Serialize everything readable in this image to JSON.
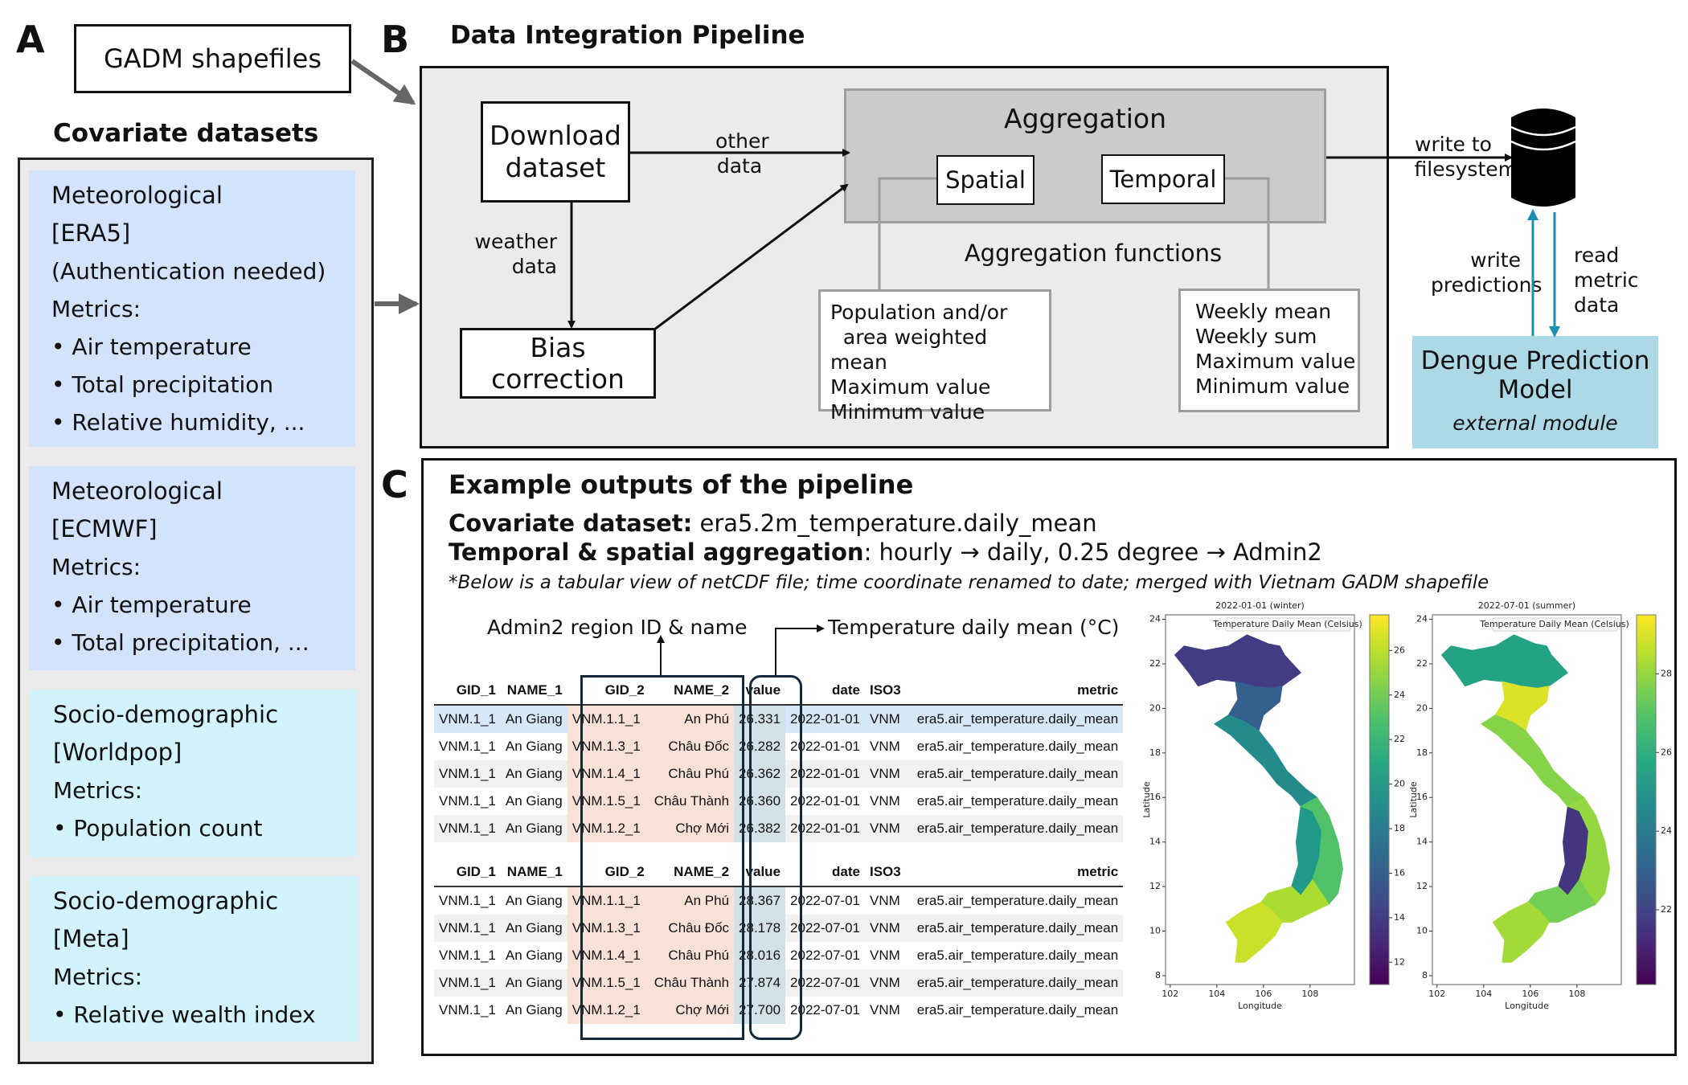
{
  "panels": {
    "a": "A",
    "b": "B",
    "c": "C"
  },
  "panel_a": {
    "gadm_label": "GADM shapefiles",
    "covariate_title": "Covariate datasets",
    "datasets": [
      {
        "name": "Meteorological",
        "source": "[ERA5]",
        "note": "(Authentication needed)",
        "metrics_label": "Metrics:",
        "metrics": [
          "Air temperature",
          "Total precipitation",
          "Relative humidity, ..."
        ],
        "color": "#d3e3fb"
      },
      {
        "name": "Meteorological",
        "source": "[ECMWF]",
        "metrics_label": "Metrics:",
        "metrics": [
          "Air temperature",
          "Total precipitation, ..."
        ],
        "color": "#d3e3fb"
      },
      {
        "name": "Socio-demographic",
        "source": "[Worldpop]",
        "metrics_label": "Metrics:",
        "metrics": [
          "Population count"
        ],
        "color": "#d3f3fc"
      },
      {
        "name": "Socio-demographic",
        "source": "[Meta]",
        "metrics_label": "Metrics:",
        "metrics": [
          "Relative wealth index"
        ],
        "color": "#d3f3fc"
      }
    ],
    "bullet": "•"
  },
  "panel_b": {
    "title": "Data Integration Pipeline",
    "download_line1": "Download",
    "download_line2": "dataset",
    "bias_correction": "Bias correction",
    "other_data_line1": "other",
    "other_data_line2": "data",
    "weather_data_line1": "weather",
    "weather_data_line2": "data",
    "aggregation": "Aggregation",
    "spatial": "Spatial",
    "temporal": "Temporal",
    "aggregation_functions": "Aggregation functions",
    "spatial_functions": [
      "Population and/or",
      "  area weighted mean",
      "Maximum value",
      "Minimum value"
    ],
    "temporal_functions": [
      "Weekly mean",
      "Weekly sum",
      "Maximum value",
      "Minimum value"
    ],
    "write_fs_line1": "write to",
    "write_fs_line2": "filesystem",
    "write_pred_line1": "write",
    "write_pred_line2": "predictions",
    "read_metric_line1": "read",
    "read_metric_line2": "metric",
    "read_metric_line3": "data",
    "dengue_line1": "Dengue Prediction",
    "dengue_line2": "Model",
    "dengue_sub": "external module",
    "colors": {
      "arrow_teal": "#1a8fb0",
      "model_box": "#add8e6",
      "aggregation_box": "#cbcbcb"
    }
  },
  "panel_c": {
    "title": "Example outputs of the pipeline",
    "covariate_label": "Covariate dataset:",
    "covariate_value": " era5.2m_temperature.daily_mean",
    "aggregation_label": "Temporal & spatial aggregation",
    "aggregation_value": ": hourly → daily, 0.25 degree →  Admin2",
    "note": "*Below is a tabular view of netCDF file; time coordinate renamed to date; merged with Vietnam GADM shapefile",
    "admin2_label": "Admin2 region ID & name",
    "temp_label": "Temperature daily mean (°C)",
    "columns": [
      "GID_1",
      "NAME_1",
      "GID_2",
      "NAME_2",
      "value",
      "date",
      "ISO3",
      "metric"
    ],
    "tables": [
      {
        "rows": [
          [
            "VNM.1_1",
            "An Giang",
            "VNM.1.1_1",
            "An Phú",
            "26.331",
            "2022-01-01",
            "VNM",
            "era5.air_temperature.daily_mean"
          ],
          [
            "VNM.1_1",
            "An Giang",
            "VNM.1.3_1",
            "Châu Đốc",
            "26.282",
            "2022-01-01",
            "VNM",
            "era5.air_temperature.daily_mean"
          ],
          [
            "VNM.1_1",
            "An Giang",
            "VNM.1.4_1",
            "Châu Phú",
            "26.362",
            "2022-01-01",
            "VNM",
            "era5.air_temperature.daily_mean"
          ],
          [
            "VNM.1_1",
            "An Giang",
            "VNM.1.5_1",
            "Châu Thành",
            "26.360",
            "2022-01-01",
            "VNM",
            "era5.air_temperature.daily_mean"
          ],
          [
            "VNM.1_1",
            "An Giang",
            "VNM.1.2_1",
            "Chợ Mới",
            "26.382",
            "2022-01-01",
            "VNM",
            "era5.air_temperature.daily_mean"
          ]
        ]
      },
      {
        "rows": [
          [
            "VNM.1_1",
            "An Giang",
            "VNM.1.1_1",
            "An Phú",
            "28.367",
            "2022-07-01",
            "VNM",
            "era5.air_temperature.daily_mean"
          ],
          [
            "VNM.1_1",
            "An Giang",
            "VNM.1.3_1",
            "Châu Đốc",
            "28.178",
            "2022-07-01",
            "VNM",
            "era5.air_temperature.daily_mean"
          ],
          [
            "VNM.1_1",
            "An Giang",
            "VNM.1.4_1",
            "Châu Phú",
            "28.016",
            "2022-07-01",
            "VNM",
            "era5.air_temperature.daily_mean"
          ],
          [
            "VNM.1_1",
            "An Giang",
            "VNM.1.5_1",
            "Châu Thành",
            "27.874",
            "2022-07-01",
            "VNM",
            "era5.air_temperature.daily_mean"
          ],
          [
            "VNM.1_1",
            "An Giang",
            "VNM.1.2_1",
            "Chợ Mới",
            "27.700",
            "2022-07-01",
            "VNM",
            "era5.air_temperature.daily_mean"
          ]
        ]
      }
    ],
    "maps": [
      {
        "title": "2022-01-01 (winter)",
        "legend": "Temperature Daily Mean (Celsius)",
        "xlabel": "Longitude",
        "ylabel": "Latitude",
        "xticks": [
          102,
          104,
          106,
          108
        ],
        "yticks": [
          8,
          10,
          12,
          14,
          16,
          18,
          20,
          22,
          24
        ],
        "cbar_ticks": [
          12,
          14,
          16,
          18,
          20,
          22,
          24,
          26
        ],
        "cbar_range": [
          11,
          27.6
        ],
        "regions": {
          "north": 14,
          "north_center": 16,
          "central_north": 19,
          "central_highlands": 20,
          "central_coast": 23,
          "south_east": 25.5,
          "mekong": 26.3
        }
      },
      {
        "title": "2022-07-01 (summer)",
        "legend": "Temperature Daily Mean (Celsius)",
        "xlabel": "Longitude",
        "ylabel": "Latitude",
        "xticks": [
          102,
          104,
          106,
          108
        ],
        "yticks": [
          8,
          10,
          12,
          14,
          16,
          18,
          20,
          22,
          24
        ],
        "cbar_ticks": [
          22,
          24,
          26,
          28
        ],
        "cbar_range": [
          20.1,
          29.5
        ],
        "regions": {
          "north": 25.5,
          "north_center": 29,
          "central_north": 27.8,
          "central_highlands": 21.5,
          "central_coast": 28,
          "south_east": 27.5,
          "mekong": 28.2
        }
      }
    ]
  }
}
